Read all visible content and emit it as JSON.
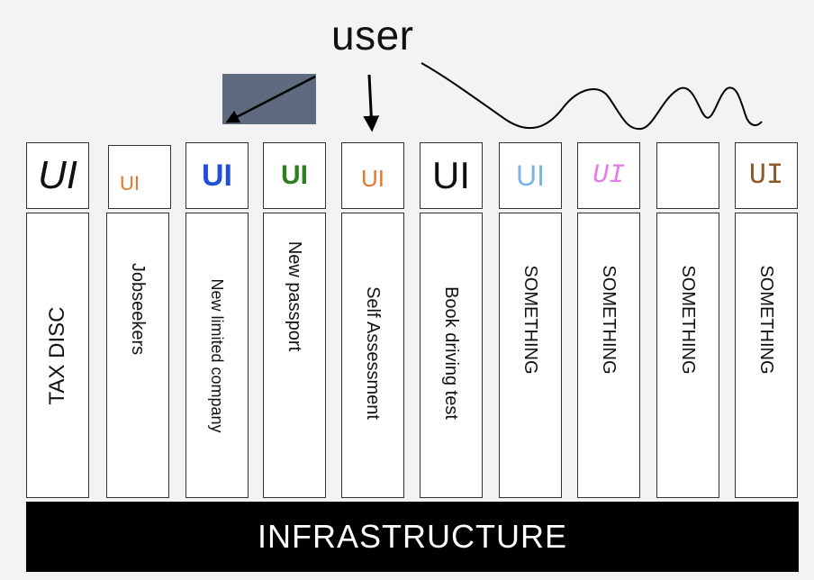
{
  "title": "user",
  "infrastructure_label": "INFRASTRUCTURE",
  "columns": [
    {
      "ui": "UI",
      "service": "TAX DISC"
    },
    {
      "ui": "UI",
      "service": "Jobseekers"
    },
    {
      "ui": "UI",
      "service": "New limited company"
    },
    {
      "ui": "UI",
      "service": "New passport"
    },
    {
      "ui": "UI",
      "service": "Self Assessment"
    },
    {
      "ui": "UI",
      "service": "Book driving test"
    },
    {
      "ui": "UI",
      "service": "SOMETHING"
    },
    {
      "ui": "UI",
      "service": "SOMETHING"
    },
    {
      "ui": "",
      "service": "SOMETHING"
    },
    {
      "ui": "UI",
      "service": "SOMETHING"
    }
  ],
  "colors": {
    "ui_labels": [
      "#111111",
      "#e8762a",
      "#1f4fd6",
      "#2e7d1f",
      "#e8762a",
      "#111111",
      "#7ab3e6",
      "#e57de8",
      "#111111",
      "#8b5a2b"
    ],
    "arrow_box": "#5e6a7e",
    "infrastructure_bg": "#000000",
    "infrastructure_text": "#ffffff"
  }
}
